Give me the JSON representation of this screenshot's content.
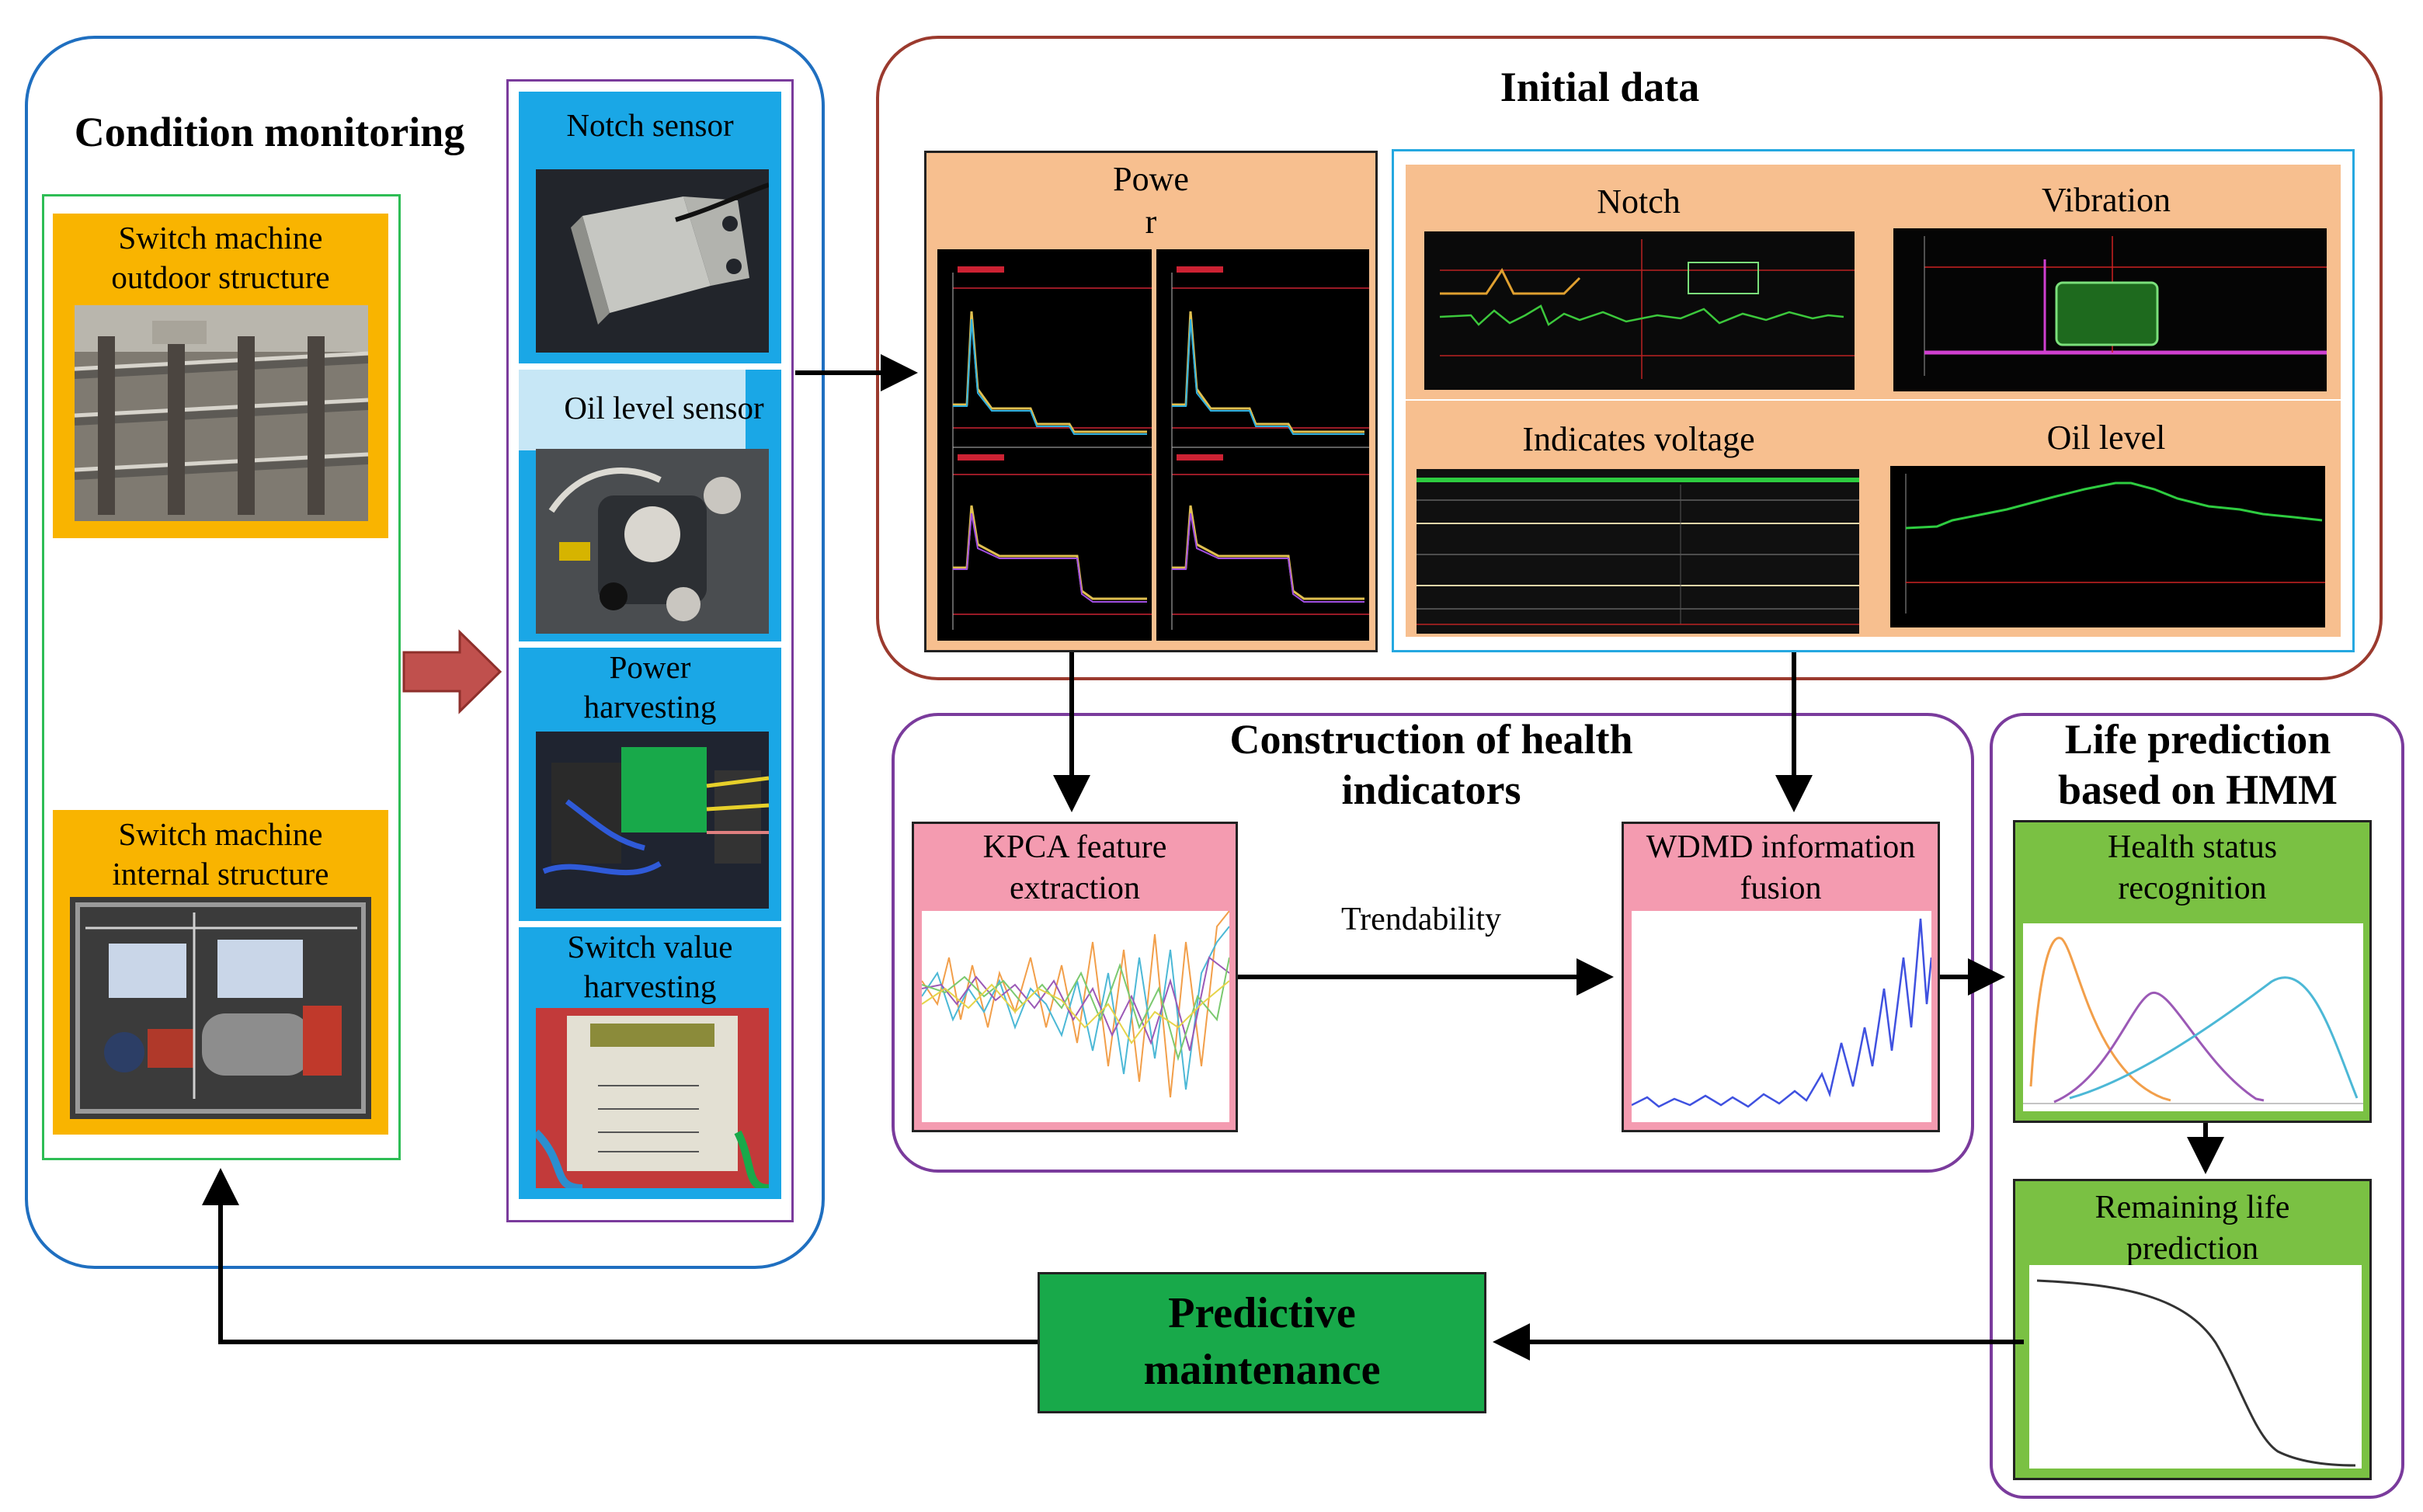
{
  "condition_monitoring": {
    "title": "Condition monitoring",
    "outdoor_label": "Switch machine outdoor structure",
    "internal_label": "Switch machine internal structure",
    "sensors": [
      {
        "label": "Notch sensor"
      },
      {
        "label": "Oil level sensor"
      },
      {
        "label": "Power harvesting"
      },
      {
        "label": "Switch value harvesting"
      }
    ]
  },
  "initial_data": {
    "title": "Initial data",
    "power_label": "Powe\nr",
    "panels": [
      {
        "label": "Notch"
      },
      {
        "label": "Vibration"
      },
      {
        "label": "Indicates voltage"
      },
      {
        "label": "Oil level"
      }
    ]
  },
  "health_indicators": {
    "title": "Construction of health indicators",
    "kpca_label": "KPCA feature extraction",
    "wdmd_label": "WDMD information fusion",
    "trend_label": "Trendability"
  },
  "life_prediction": {
    "title": "Life prediction based on HMM",
    "health_status_label": "Health status recognition",
    "remaining_life_label": "Remaining life prediction"
  },
  "predictive_maintenance": {
    "label": "Predictive maintenance"
  },
  "colors": {
    "cm_border": "#1f6fc0",
    "id_border": "#9b3a2e",
    "hi_border": "#7a3b9c",
    "lp_border": "#7a3b9c",
    "sensor_bg": "#1aa7e6",
    "orange": "#f7bf8f",
    "yellow": "#f9b400",
    "pink": "#f49bb0",
    "green": "#7ac143",
    "pm_green": "#18a94a"
  }
}
